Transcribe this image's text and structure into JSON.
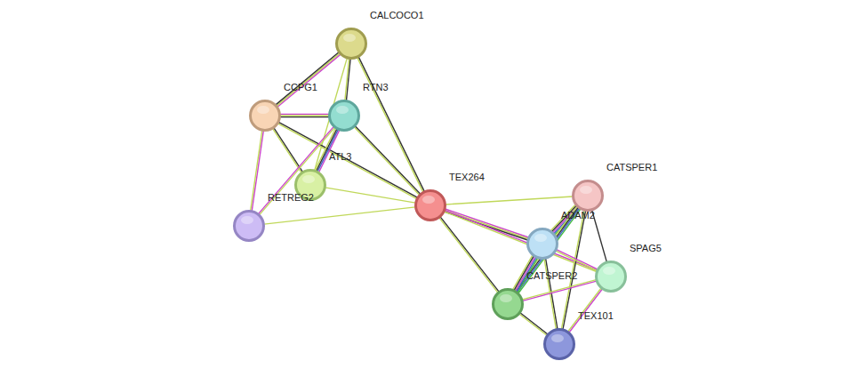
{
  "diagram": {
    "nodes": [
      {
        "text": [
          "CALCOCO1"
        ]
      },
      {
        "text": [
          "CCPG1"
        ]
      },
      {
        "text": [
          "RTN3"
        ]
      },
      {
        "text": [
          "ATL3"
        ]
      },
      {
        "text": [
          "RETREG2"
        ]
      },
      {
        "text": [
          "TEX264"
        ]
      },
      {
        "text": [
          "CATSPER1"
        ]
      },
      {
        "text": [
          "ADAM2"
        ]
      },
      {
        "text": [
          "SPAG5"
        ]
      },
      {
        "text": [
          "CATSPER2"
        ]
      },
      {
        "text": [
          "TEX101"
        ]
      }
    ],
    "edges": [
      {
        "from": 0,
        "to": 1,
        "arrow": "none"
      },
      {
        "from": 0,
        "to": 2,
        "arrow": "none"
      },
      {
        "from": 0,
        "to": 3,
        "arrow": "none"
      },
      {
        "from": 0,
        "to": 5,
        "arrow": "none"
      },
      {
        "from": 1,
        "to": 2,
        "arrow": "none"
      },
      {
        "from": 1,
        "to": 3,
        "arrow": "none"
      },
      {
        "from": 1,
        "to": 4,
        "arrow": "none"
      },
      {
        "from": 1,
        "to": 5,
        "arrow": "none"
      },
      {
        "from": 2,
        "to": 3,
        "arrow": "none"
      },
      {
        "from": 2,
        "to": 4,
        "arrow": "none"
      },
      {
        "from": 2,
        "to": 5,
        "arrow": "none"
      },
      {
        "from": 3,
        "to": 5,
        "arrow": "none"
      },
      {
        "from": 4,
        "to": 5,
        "arrow": "none"
      },
      {
        "from": 5,
        "to": 6,
        "arrow": "none"
      },
      {
        "from": 5,
        "to": 7,
        "arrow": "none"
      },
      {
        "from": 5,
        "to": 8,
        "arrow": "none"
      },
      {
        "from": 5,
        "to": 9,
        "arrow": "none"
      },
      {
        "from": 6,
        "to": 7,
        "arrow": "none"
      },
      {
        "from": 6,
        "to": 8,
        "arrow": "none"
      },
      {
        "from": 6,
        "to": 9,
        "arrow": "none"
      },
      {
        "from": 6,
        "to": 10,
        "arrow": "none"
      },
      {
        "from": 7,
        "to": 8,
        "arrow": "none"
      },
      {
        "from": 7,
        "to": 9,
        "arrow": "none"
      },
      {
        "from": 7,
        "to": 10,
        "arrow": "none"
      },
      {
        "from": 8,
        "to": 9,
        "arrow": "none"
      },
      {
        "from": 8,
        "to": 10,
        "arrow": "none"
      },
      {
        "from": 9,
        "to": 10,
        "arrow": "none"
      }
    ]
  }
}
